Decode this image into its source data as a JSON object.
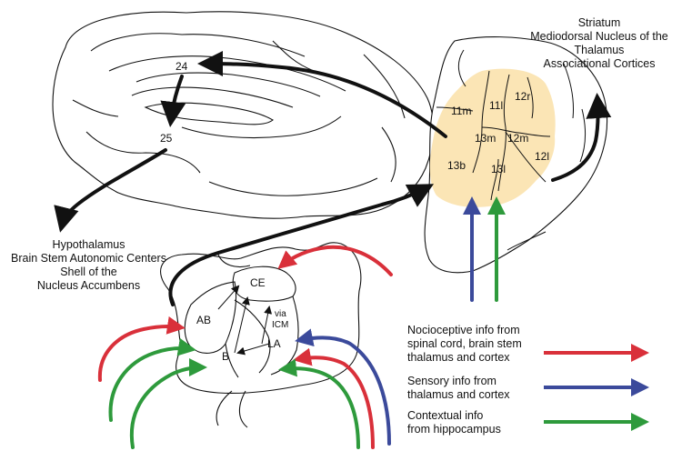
{
  "colors": {
    "nociceptive": "#d9303a",
    "sensory": "#3b4a9b",
    "contextual": "#2e9a3c",
    "ofc_fill": "#fbe5b5",
    "outline": "#111111"
  },
  "labels": {
    "striatum_targets": [
      "Striatum",
      "Mediodorsal Nucleus of the",
      "Thalamus",
      "Associational Cortices"
    ],
    "hypothalamus_targets": [
      "Hypothalamus",
      "Brain Stem Autonomic Centers",
      "Shell of the",
      "Nucleus Accumbens"
    ]
  },
  "medial_wall": {
    "area_24": "24",
    "area_25": "25"
  },
  "ofc": {
    "areas": {
      "a11m": "11m",
      "a11l": "11l",
      "a12r": "12r",
      "a13m": "13m",
      "a12m": "12m",
      "a12l": "12l",
      "a13b": "13b",
      "a13l": "13l"
    }
  },
  "amygdala": {
    "ce": "CE",
    "ab": "AB",
    "b": "B",
    "la": "LA",
    "via": "via",
    "icm": "ICM"
  },
  "legend": {
    "nociceptive": [
      "Nocioceptive info from",
      "spinal cord, brain stem",
      "thalamus and cortex"
    ],
    "sensory": [
      "Sensory info from",
      "thalamus and cortex"
    ],
    "contextual": [
      "Contextual info",
      "from hippocampus"
    ]
  }
}
